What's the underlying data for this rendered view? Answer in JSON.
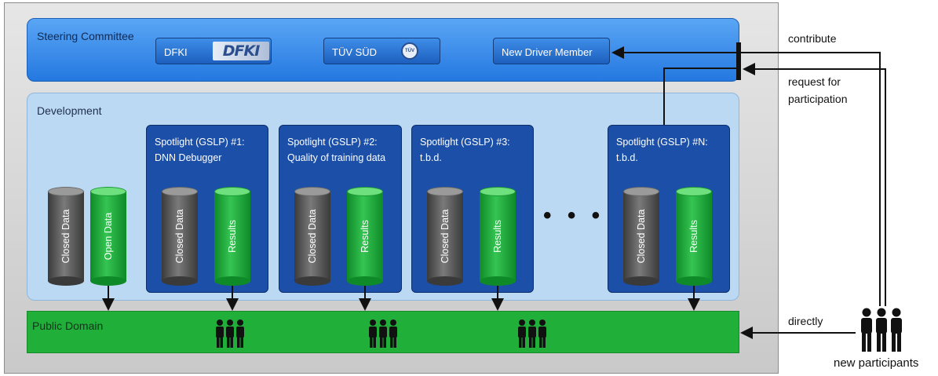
{
  "steering": {
    "title": "Steering Committee",
    "members": [
      {
        "label": "DFKI",
        "logo": "DFKI"
      },
      {
        "label": "TÜV SÜD",
        "logo": "TÜV"
      },
      {
        "label": "New Driver Member"
      }
    ]
  },
  "development": {
    "title": "Development",
    "base_cylinders": [
      "Closed Data",
      "Open Data"
    ],
    "spotlights": [
      {
        "line1": "Spotlight (GSLP) #1:",
        "line2": "DNN Debugger",
        "cyl1": "Closed Data",
        "cyl2": "Results"
      },
      {
        "line1": "Spotlight (GSLP) #2:",
        "line2": "Quality of training data",
        "cyl1": "Closed Data",
        "cyl2": "Results"
      },
      {
        "line1": "Spotlight (GSLP) #3:",
        "line2": "t.b.d.",
        "cyl1": "Closed Data",
        "cyl2": "Results"
      },
      {
        "line1": "Spotlight (GSLP) #N:",
        "line2": "t.b.d.",
        "cyl1": "Closed Data",
        "cyl2": "Results"
      }
    ],
    "ellipsis": "• • •"
  },
  "public": {
    "title": "Public Domain"
  },
  "side": {
    "contribute": "contribute",
    "request_line1": "request for",
    "request_line2": "participation",
    "directly": "directly",
    "participants": "new participants"
  },
  "colors": {
    "steering": "#2478e0",
    "spotlight": "#1b4fa8",
    "development": "#bcd9f3",
    "public": "#20b03a"
  },
  "icons": [
    "people-group-icon",
    "arrow-icon"
  ]
}
